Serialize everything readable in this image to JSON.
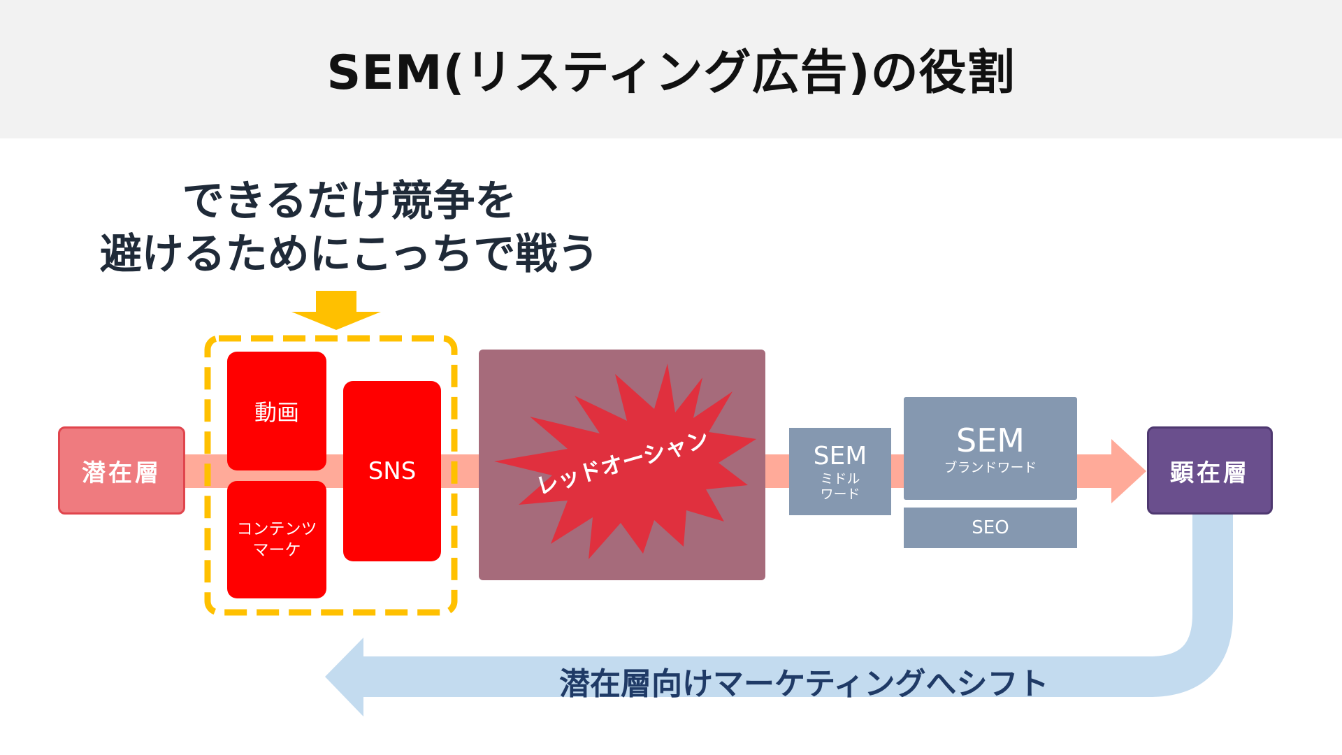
{
  "title": "SEM(リスティング広告)の役割",
  "callout": {
    "line1": "できるだけ競争を",
    "line2": "避けるためにこっちで戦う"
  },
  "layers": {
    "latent": "潜在層",
    "manifest": "顕在層"
  },
  "latent_channels": {
    "video": "動画",
    "content_line1": "コンテンツ",
    "content_line2": "マーケ",
    "sns": "SNS"
  },
  "red_ocean": "レッドオーシャン",
  "sem_middle": {
    "title": "SEM",
    "sub_line1": "ミドル",
    "sub_line2": "ワード"
  },
  "sem_brand": {
    "title": "SEM",
    "sub": "ブランドワード"
  },
  "seo": "SEO",
  "shift_label": "潜在層向けマーケティングへシフト",
  "colors": {
    "header_bg": "#f2f2f2",
    "flow_arrow": "#ffaa99",
    "return_arrow": "#c3dbef",
    "highlight": "#ffc000",
    "red": "#ff0000",
    "red_ocean_panel": "#a66b7b",
    "gray_box": "#8598b0",
    "manifest": "#6a4f8d"
  }
}
